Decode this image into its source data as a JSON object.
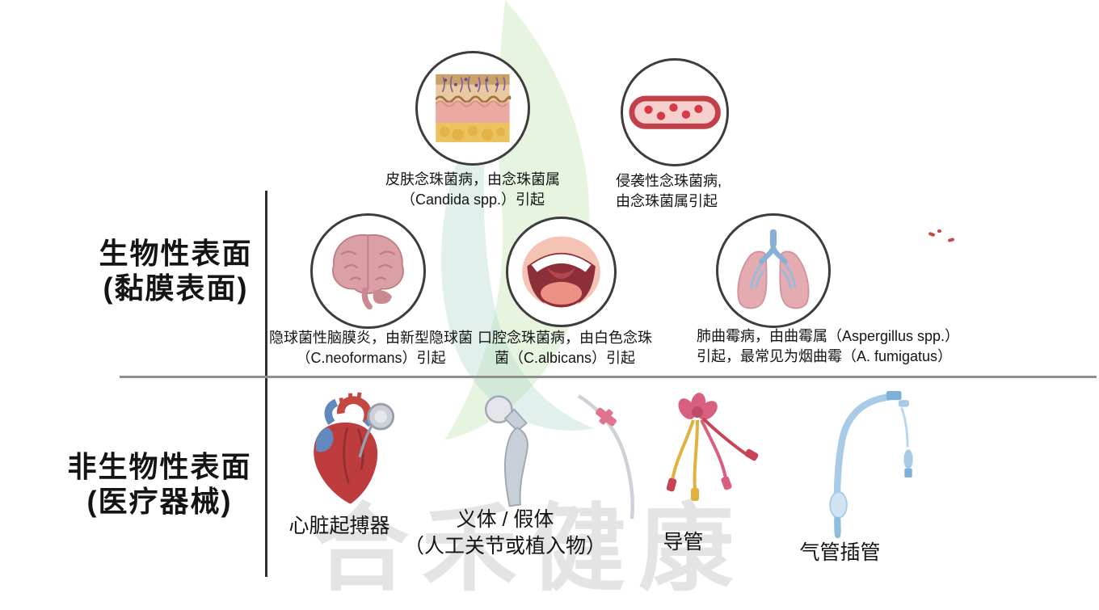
{
  "watermark": {
    "text": "合禾健康"
  },
  "colors": {
    "divider_dark": "#2e2e2e",
    "divider_gray": "#8f8f8f",
    "watermark_green": "#9ed183",
    "watermark_teal": "#6fb8a8",
    "watermark_text_gray": "#c9c9c9",
    "circle_border": "#3d3d3d"
  },
  "sections": {
    "biological": {
      "title_line1": "生物性表面",
      "title_line2": "(黏膜表面)",
      "items": {
        "skin": {
          "icon": "skin-cross-section-icon",
          "line1": "皮肤念珠菌病，由念珠菌属",
          "line2": "（Candida spp.）引起"
        },
        "vessel": {
          "icon": "blood-vessel-icon",
          "line1": "侵袭性念珠菌病,",
          "line2": "由念珠菌属引起"
        },
        "brain": {
          "icon": "brain-icon",
          "line1": "隐球菌性脑膜炎，由新型隐球菌",
          "line2": "（C.neoformans）引起"
        },
        "mouth": {
          "icon": "open-mouth-icon",
          "line1": "口腔念珠菌病，由白色念珠",
          "line2": "菌（C.albicans）引起"
        },
        "lungs": {
          "icon": "lungs-icon",
          "line1": "肺曲霉病，由曲霉属（Aspergillus spp.）",
          "line2": "引起，最常见为烟曲霉（A. fumigatus）"
        }
      }
    },
    "non_biological": {
      "title_line1": "非生物性表面",
      "title_line2": "(医疗器械)",
      "items": {
        "pacemaker": {
          "icon": "heart-pacemaker-icon",
          "label": "心脏起搏器"
        },
        "prosthesis": {
          "icon": "joint-prosthesis-icon",
          "line1": "义体 / 假体",
          "line2": "（人工关节或植入物）"
        },
        "catheter": {
          "icon": "catheter-icon",
          "label": "导管"
        },
        "ett": {
          "icon": "endotracheal-tube-icon",
          "label": "气管插管"
        }
      }
    }
  }
}
